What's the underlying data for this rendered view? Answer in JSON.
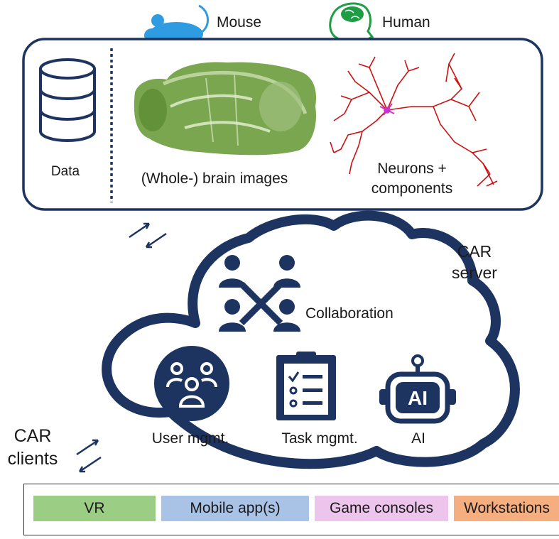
{
  "species": {
    "mouse": "Mouse",
    "human": "Human"
  },
  "data_panel": {
    "data_label": "Data",
    "brain_label": "(Whole-) brain images",
    "neurons_label_line1": "Neurons +",
    "neurons_label_line2": "components"
  },
  "server": {
    "label_line1": "CAR",
    "label_line2": "server",
    "collaboration": "Collaboration",
    "user_mgmt": "User mgmt.",
    "task_mgmt": "Task mgmt.",
    "ai_label": "AI",
    "ai_badge": "AI"
  },
  "clients": {
    "label_line1": "CAR",
    "label_line2": "clients",
    "items": [
      {
        "label": "VR",
        "color": "#9ccd85"
      },
      {
        "label": "Mobile app(s)",
        "color": "#a9c3e6"
      },
      {
        "label": "Game consoles",
        "color": "#ecc4ec"
      },
      {
        "label": "Workstations",
        "color": "#f5ae7f"
      }
    ]
  },
  "colors": {
    "navy": "#1d3461",
    "mouse_blue": "#2f9be0",
    "human_green": "#1f9d45",
    "brain_green": "#6f9f3f",
    "neuron_red": "#cc1111",
    "soma_magenta": "#cc33cc"
  }
}
